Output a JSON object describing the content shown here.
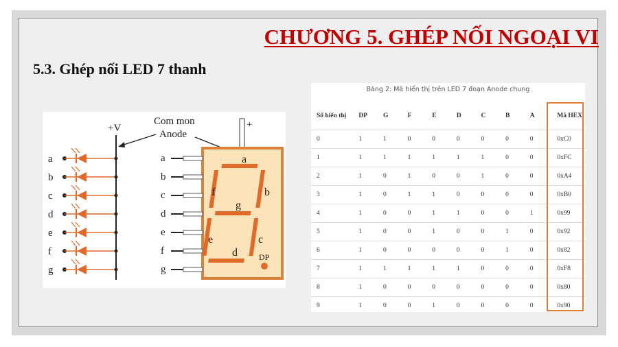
{
  "slide": {
    "title": "CHƯƠNG 5. GHÉP NỐI NGOẠI VI",
    "subtitle": "5.3. Ghép nối LED 7 thanh"
  },
  "diagram": {
    "vplus_label": "+V",
    "common_anode_line1": "Com mon",
    "common_anode_line2": "Anode",
    "plus_label": "+",
    "left_labels": [
      "a",
      "b",
      "c",
      "d",
      "e",
      "f",
      "g"
    ],
    "right_labels": [
      "a",
      "b",
      "c",
      "d",
      "e",
      "f",
      "g"
    ],
    "segment_labels": {
      "a": "a",
      "b": "b",
      "c": "c",
      "d": "d",
      "e": "e",
      "f": "f",
      "g": "g",
      "dp": "DP"
    },
    "colors": {
      "segment": "#e06a2a",
      "body": "#fbe3b9",
      "border": "#d9823c",
      "led": "#e06a2a",
      "wire": "#222222"
    }
  },
  "table": {
    "caption": "Bảng 2: Mã hiển thị trên LED 7 đoạn Anode chung",
    "headers": [
      "Số hiển thị",
      "DP",
      "G",
      "F",
      "E",
      "D",
      "C",
      "B",
      "A",
      "Mã HEX"
    ],
    "rows": [
      [
        "0",
        "1",
        "1",
        "0",
        "0",
        "0",
        "0",
        "0",
        "0",
        "0xC0"
      ],
      [
        "1",
        "1",
        "1",
        "1",
        "1",
        "1",
        "1",
        "0",
        "0",
        "0xFC"
      ],
      [
        "2",
        "1",
        "0",
        "1",
        "0",
        "0",
        "1",
        "0",
        "0",
        "0xA4"
      ],
      [
        "3",
        "1",
        "0",
        "1",
        "1",
        "0",
        "0",
        "0",
        "0",
        "0xB0"
      ],
      [
        "4",
        "1",
        "0",
        "0",
        "1",
        "1",
        "0",
        "0",
        "1",
        "0x99"
      ],
      [
        "5",
        "1",
        "0",
        "0",
        "1",
        "0",
        "0",
        "1",
        "0",
        "0x92"
      ],
      [
        "6",
        "1",
        "0",
        "0",
        "0",
        "0",
        "0",
        "1",
        "0",
        "0x82"
      ],
      [
        "7",
        "1",
        "1",
        "1",
        "1",
        "1",
        "0",
        "0",
        "0",
        "0xF8"
      ],
      [
        "8",
        "1",
        "0",
        "0",
        "0",
        "0",
        "0",
        "0",
        "0",
        "0x80"
      ],
      [
        "9",
        "1",
        "0",
        "0",
        "1",
        "0",
        "0",
        "0",
        "0",
        "0x90"
      ]
    ],
    "highlight_color": "#e07b39"
  },
  "colors": {
    "title": "#c00000",
    "slide_bg": "#efefef",
    "frame_bg": "#d9d9d9"
  }
}
